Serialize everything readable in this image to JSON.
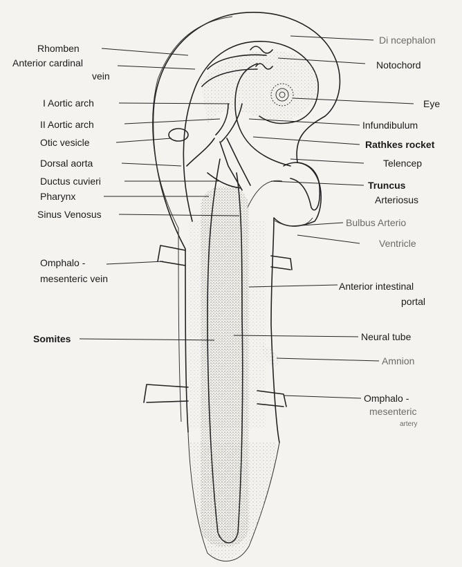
{
  "labels": {
    "rhomben": "Rhomben",
    "anterior_cardinal_l1": "Anterior cardinal",
    "anterior_cardinal_l2": "vein",
    "aortic_arch_1": "I Aortic arch",
    "aortic_arch_2": "II Aortic arch",
    "otic_vesicle": "Otic vesicle",
    "dorsal_aorta": "Dorsal aorta",
    "ductus_cuvieri": "Ductus cuvieri",
    "pharynx": "Pharynx",
    "sinus_venosus": "Sinus Venosus",
    "omphalo_vein_l1": "Omphalo -",
    "omphalo_vein_l2": "mesenteric vein",
    "somites": "Somites",
    "diencephalon": "Di ncephalon",
    "notochord": "Notochord",
    "eye": "Eye",
    "infundibulum": "Infundibulum",
    "rathkes": "Rathkes rocket",
    "telencep": "Telencep",
    "truncus_l1": "Truncus",
    "truncus_l2": "Arteriosus",
    "bulbus": "Bulbus Arterio",
    "ventricle": "Ventricle",
    "ant_intestinal_l1": "Anterior intestinal",
    "ant_intestinal_l2": "portal",
    "neural_tube": "Neural tube",
    "amnion": "Amnion",
    "omphalo_artery_l1": "Omphalo -",
    "omphalo_artery_l2": "mesenteric",
    "omphalo_artery_l3": "artery"
  },
  "colors": {
    "paper": "#f4f3ef",
    "ink": "#222222",
    "stipple": "#9a9a94"
  }
}
